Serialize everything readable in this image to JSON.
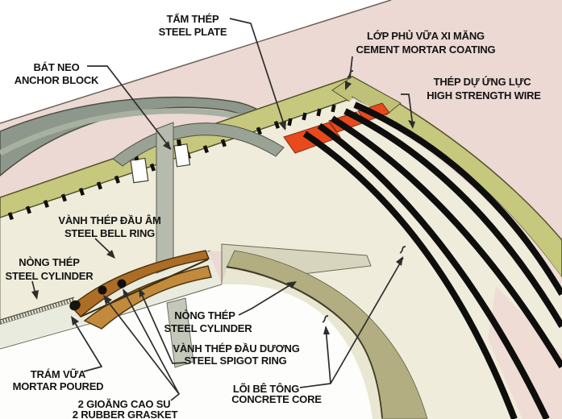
{
  "diagram": {
    "type": "technical-cutaway-diagram",
    "subject": "prestressed concrete cylinder pipe (PCCP) section with joint detail",
    "labels": [
      {
        "id": "steel-plate",
        "vi": "TẤM THÉP",
        "en": "STEEL PLATE"
      },
      {
        "id": "anchor-block",
        "vi": "BÁT NEO",
        "en": "ANCHOR BLOCK"
      },
      {
        "id": "cement-mortar-coating",
        "vi": "LỚP PHỦ VỮA XI MĂNG",
        "en": "CEMENT MORTAR COATING"
      },
      {
        "id": "high-strength-wire",
        "vi": "THÉP DỰ ỨNG LỰC",
        "en": "HIGH STRENGTH WIRE"
      },
      {
        "id": "steel-bell-ring",
        "vi": "VÀNH THÉP ĐẦU ÂM",
        "en": "STEEL BELL RING"
      },
      {
        "id": "steel-cylinder-left",
        "vi": "NÒNG THÉP",
        "en": "STEEL CYLINDER"
      },
      {
        "id": "mortar-poured",
        "vi": "TRÁM VỮA",
        "en": "MORTAR POURED"
      },
      {
        "id": "rubber-gasket",
        "vi": "2 GIOĂNG CAO SU",
        "en": "2 RUBBER GRASKET"
      },
      {
        "id": "steel-cylinder-right",
        "vi": "NÒNG THÉP",
        "en": "STEEL CYLINDER"
      },
      {
        "id": "steel-spigot-ring",
        "vi": "VÀNH THÉP ĐẦU DƯƠNG",
        "en": "STEEL SPIGOT RING"
      },
      {
        "id": "concrete-core",
        "vi": "LÕI BÊ TÔNG",
        "en": "CONCRETE CORE"
      }
    ],
    "colors": {
      "backdrop_pink": "#ecd9d3",
      "wall_cream": "#efecdb",
      "mortar_coating_olive": "#c6c87e",
      "concrete_core_tan": "#b3ae82",
      "anchor_gray": "#8e978b",
      "joint_brown": "#ad6d26",
      "joint_brown_light": "#c18a3d",
      "steel_plate_orange": "#e8491d",
      "wire_black": "#0e0e0c",
      "text_black": "#141414"
    }
  }
}
